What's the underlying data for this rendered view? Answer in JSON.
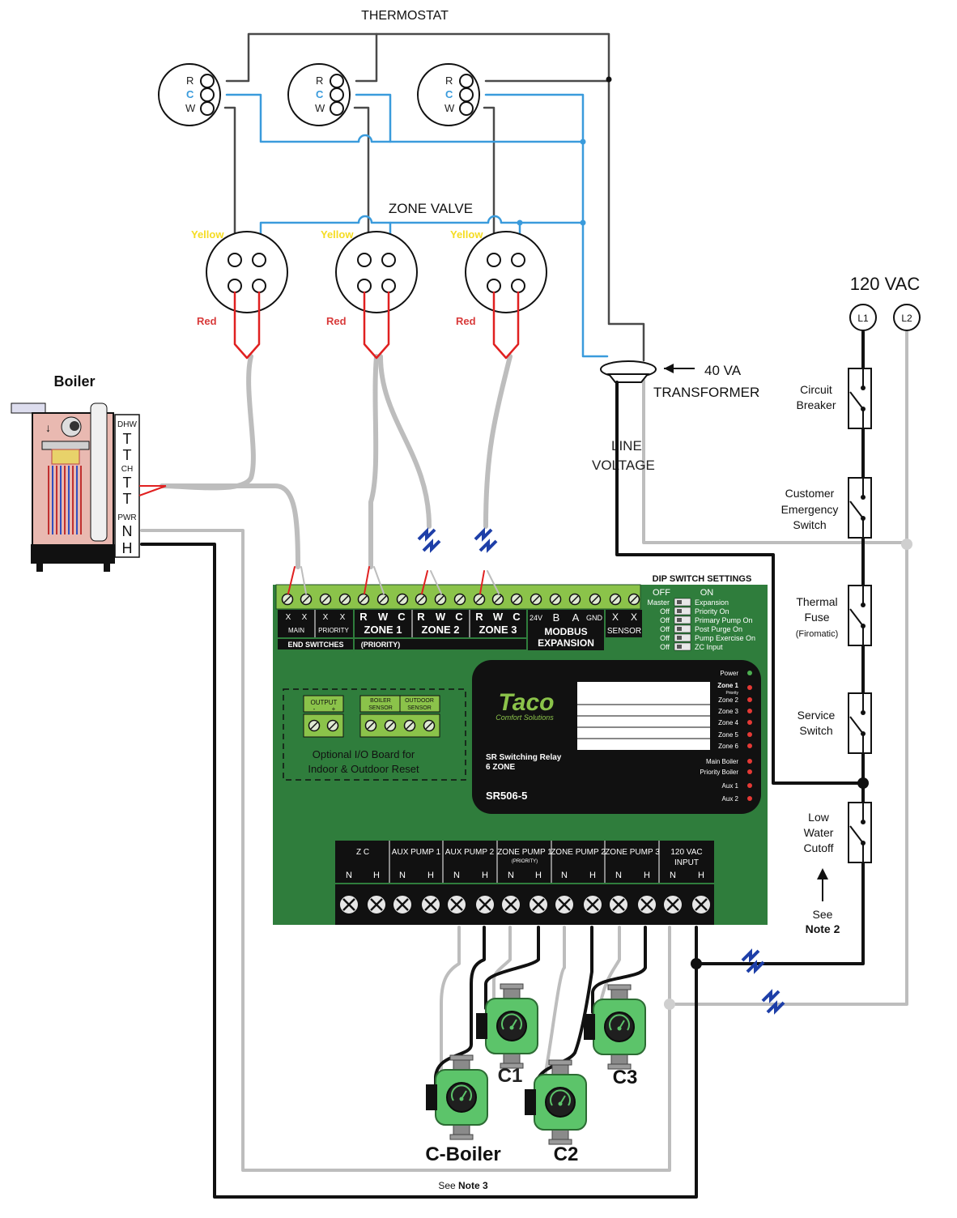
{
  "colors": {
    "thermostat_wire": "#4a4a4a",
    "c_wire": "#3a9bdc",
    "gray_cable": "#bdbdbd",
    "black_wire": "#111111",
    "red_wire": "#e02020",
    "board_green": "#2f7d3c",
    "terminal_green": "#8bc34a",
    "pump_green": "#5cc46a",
    "led_red": "#e53935",
    "led_green": "#4caf50",
    "yellow_label": "#f5dc22",
    "red_label": "#d83a3a",
    "boiler_pink": "#e9b9b1"
  },
  "thermostat": {
    "title": "THERMOSTAT",
    "terminals": [
      "R",
      "C",
      "W"
    ]
  },
  "zone_valve": {
    "title": "ZONE VALVE",
    "yellow_label": "Yellow",
    "red_label": "Red"
  },
  "transformer": {
    "rating": "40 VA",
    "label": "TRANSFORMER"
  },
  "line_voltage": [
    "LINE",
    "VOLTAGE"
  ],
  "power": {
    "title": "120 VAC",
    "l1": "L1",
    "l2": "L2"
  },
  "switches": [
    {
      "lines": [
        "Circuit",
        "Breaker"
      ],
      "sub": ""
    },
    {
      "lines": [
        "Customer",
        "Emergency",
        "Switch"
      ],
      "sub": ""
    },
    {
      "lines": [
        "Thermal",
        "Fuse"
      ],
      "sub": "(Firomatic)"
    },
    {
      "lines": [
        "Service",
        "Switch"
      ],
      "sub": ""
    },
    {
      "lines": [
        "Low",
        "Water",
        "Cutoff"
      ],
      "sub": ""
    }
  ],
  "see_note_2": [
    "See",
    "Note 2"
  ],
  "boiler": {
    "title": "Boiler",
    "dhw": "DHW",
    "ch": "CH",
    "pwr": "PWR",
    "t": "T",
    "n": "N",
    "h": "H"
  },
  "board": {
    "top_terminals": {
      "x": "X",
      "main": "MAIN",
      "priority_small": "PRIORITY",
      "end_switches": "END SWITCHES",
      "priority_paren": "(PRIORITY)",
      "r": "R",
      "w": "W",
      "c": "C",
      "zone1": "ZONE 1",
      "zone2": "ZONE 2",
      "zone3": "ZONE 3",
      "v24": "24V",
      "b": "B",
      "a": "A",
      "gnd": "GND",
      "modbus": "MODBUS",
      "expansion": "EXPANSION",
      "sensor": "SENSOR"
    },
    "dip": {
      "title": "DIP SWITCH SETTINGS",
      "off": "OFF",
      "on": "ON",
      "rows": [
        {
          "left": "Master",
          "right": "Expansion"
        },
        {
          "left": "Off",
          "right": "Priority On"
        },
        {
          "left": "Off",
          "right": "Primary Pump On"
        },
        {
          "left": "Off",
          "right": "Post Purge On"
        },
        {
          "left": "Off",
          "right": "Pump Exercise On"
        },
        {
          "left": "Off",
          "right": "ZC Input"
        }
      ]
    },
    "io_board": {
      "output": "OUTPUT",
      "minus": "-",
      "plus": "+",
      "boiler_sensor": [
        "BOILER",
        "SENSOR"
      ],
      "outdoor_sensor": [
        "OUTDOOR",
        "SENSOR"
      ],
      "caption": [
        "Optional I/O Board for",
        "Indoor & Outdoor Reset"
      ]
    },
    "panel": {
      "brand": "Taco",
      "tagline": "Comfort Solutions",
      "product": [
        "SR Switching Relay",
        "6 ZONE"
      ],
      "model": "SR506-5",
      "leds": [
        {
          "label": "Power",
          "sub": "",
          "color": "#4caf50"
        },
        {
          "label": "Zone 1",
          "sub": "Priority",
          "color": "#e53935"
        },
        {
          "label": "Zone 2",
          "sub": "",
          "color": "#e53935"
        },
        {
          "label": "Zone 3",
          "sub": "",
          "color": "#e53935"
        },
        {
          "label": "Zone 4",
          "sub": "",
          "color": "#e53935"
        },
        {
          "label": "Zone 5",
          "sub": "",
          "color": "#e53935"
        },
        {
          "label": "Zone 6",
          "sub": "",
          "color": "#e53935"
        },
        {
          "label": "Main Boiler",
          "sub": "",
          "color": "#e53935"
        },
        {
          "label": "Priority Boiler",
          "sub": "",
          "color": "#e53935"
        },
        {
          "label": "Aux 1",
          "sub": "",
          "color": "#e53935"
        },
        {
          "label": "Aux 2",
          "sub": "",
          "color": "#e53935"
        }
      ]
    },
    "bottom_terminals": {
      "groups": [
        "Z C",
        "AUX PUMP 1",
        "AUX PUMP 2",
        "ZONE PUMP 1",
        "ZONE PUMP 2",
        "ZONE PUMP 3",
        "120 VAC"
      ],
      "input": "INPUT",
      "priority": "(PRIORITY)",
      "n": "N",
      "h": "H"
    }
  },
  "pumps": {
    "c_boiler": "C-Boiler",
    "c1": "C1",
    "c2": "C2",
    "c3": "C3"
  },
  "see_note_3": {
    "pre": "See ",
    "bold": "Note 3"
  }
}
